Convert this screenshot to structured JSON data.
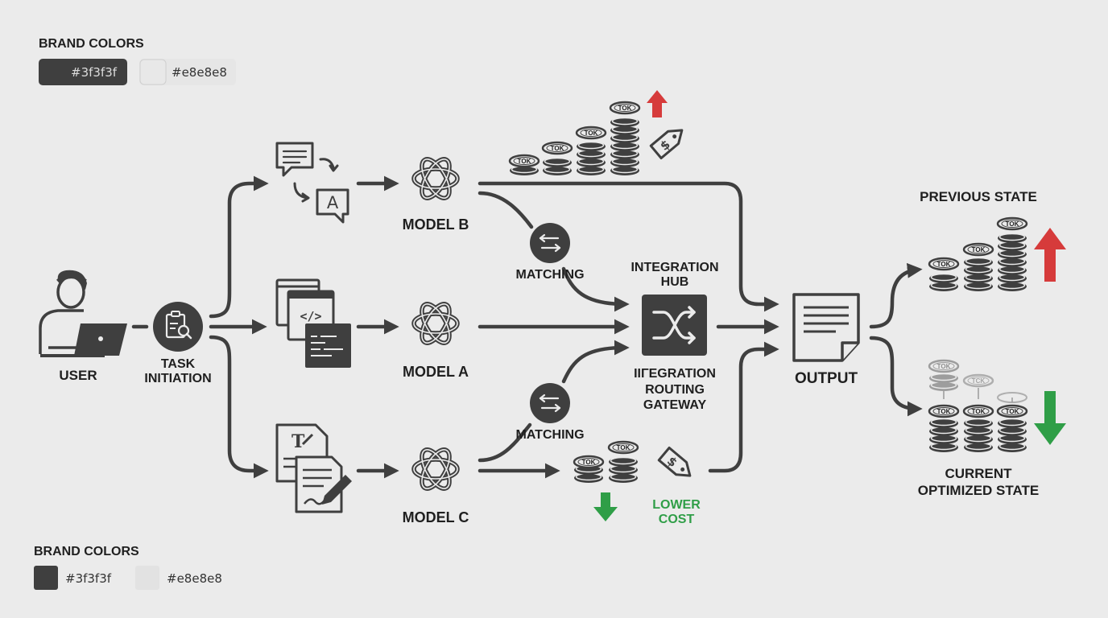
{
  "brand_top": {
    "title": "BRAND COLORS",
    "dark_hex": "#3f3f3f",
    "light_hex": "#e8e8e8"
  },
  "brand_bottom": {
    "title": "BRAND COLORS",
    "dark_hex": "#3f3f3f",
    "light_hex": "#e8e8e8"
  },
  "nodes": {
    "user": "USER",
    "task_line1": "TASK",
    "task_line2": "INITIATION",
    "model_b": "MODEL B",
    "model_a": "MODEL A",
    "model_c": "MODEL C",
    "matching_top": "MATCHING",
    "matching_bottom": "MATCHING",
    "hub_line1": "INTEGRATION",
    "hub_line2": "HUB",
    "gateway_line1": "IIΓEGRATION",
    "gateway_line2": "ROUTING",
    "gateway_line3": "GATEWAY",
    "output": "OUTPUT",
    "lower_line1": "LOWER",
    "lower_line2": "COST",
    "previous_state": "PREVIOUS STATE",
    "current_line1": "CURRENT",
    "current_line2": "OPTIMIZED STATE"
  },
  "token_label": "TOK",
  "token_label_faded": "TCK",
  "colors": {
    "dark": "#3f3f3f",
    "light": "#e8e8e8",
    "background": "#ebebeb",
    "increase": "#d63b3b",
    "decrease": "#2f9e47"
  },
  "icons": [
    "user-laptop-icon",
    "clipboard-search-icon",
    "chat-translate-icon",
    "code-windows-icon",
    "document-edit-icon",
    "model-logo-icon",
    "matching-toggle-icon",
    "shuffle-icon",
    "output-document-icon",
    "token-stack-icon",
    "price-tag-icon",
    "arrow-up-icon",
    "arrow-down-icon"
  ]
}
